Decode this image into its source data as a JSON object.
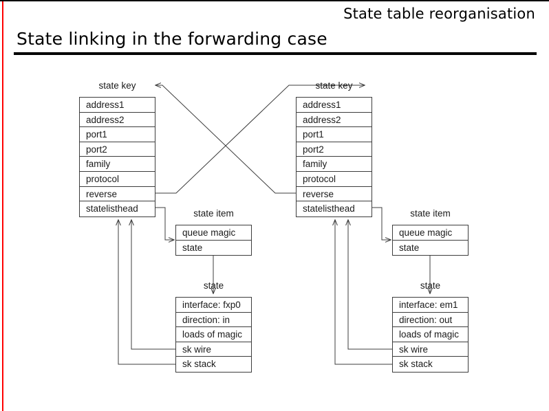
{
  "slide": {
    "header_right": "State table reorganisation",
    "title": "State linking in the forwarding case",
    "accent_color": "#ff0000",
    "line_color": "#3c3c3c",
    "text_color": "#1a1a1a"
  },
  "diagram": {
    "captions": {
      "state_key": "state key",
      "state_item": "state item",
      "state": "state"
    },
    "state_key_fields": [
      "address1",
      "address2",
      "port1",
      "port2",
      "family",
      "protocol",
      "reverse",
      "statelisthead"
    ],
    "state_item_fields": [
      "queue magic",
      "state"
    ],
    "state_left_fields": [
      "interface: fxp0",
      "direction: in",
      "loads of magic",
      "sk wire",
      "sk stack"
    ],
    "state_right_fields": [
      "interface: em1",
      "direction: out",
      "loads of magic",
      "sk wire",
      "sk stack"
    ]
  }
}
